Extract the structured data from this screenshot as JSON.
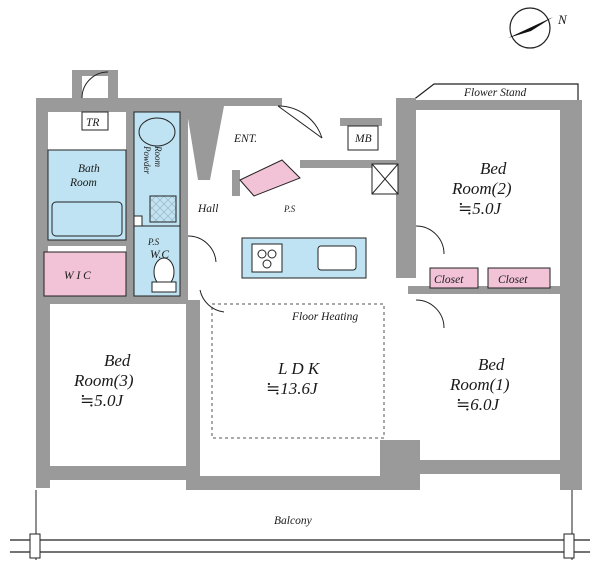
{
  "labels": {
    "flower_stand": "Flower Stand",
    "tr": "TR",
    "ent": "ENT.",
    "mb": "MB",
    "bath_line1": "Bath",
    "bath_line2": "Room",
    "powder_line1": "Powder",
    "powder_line2": "Room",
    "hall": "Hall",
    "ps_top": "P.S",
    "ps_wc": "P.S",
    "wc": "W.C",
    "wic": "W I C",
    "bed2_line1": "Bed",
    "bed2_line2": "Room(2)",
    "bed2_size": "≒5.0J",
    "closet_left": "Closet",
    "closet_right": "Closet",
    "floor_heating": "Floor Heating",
    "ldk_name": "L D K",
    "ldk_size": "≒13.6J",
    "bed3_line1": "Bed",
    "bed3_line2": "Room(3)",
    "bed3_size": "≒5.0J",
    "bed1_line1": "Bed",
    "bed1_line2": "Room(1)",
    "bed1_size": "≒6.0J",
    "balcony": "Balcony",
    "compass_n": "N"
  },
  "colors": {
    "wall": "#9a9a9a",
    "wet_area": "#bfe3f2",
    "storage_pink": "#f2c3d6",
    "line": "#222222"
  }
}
